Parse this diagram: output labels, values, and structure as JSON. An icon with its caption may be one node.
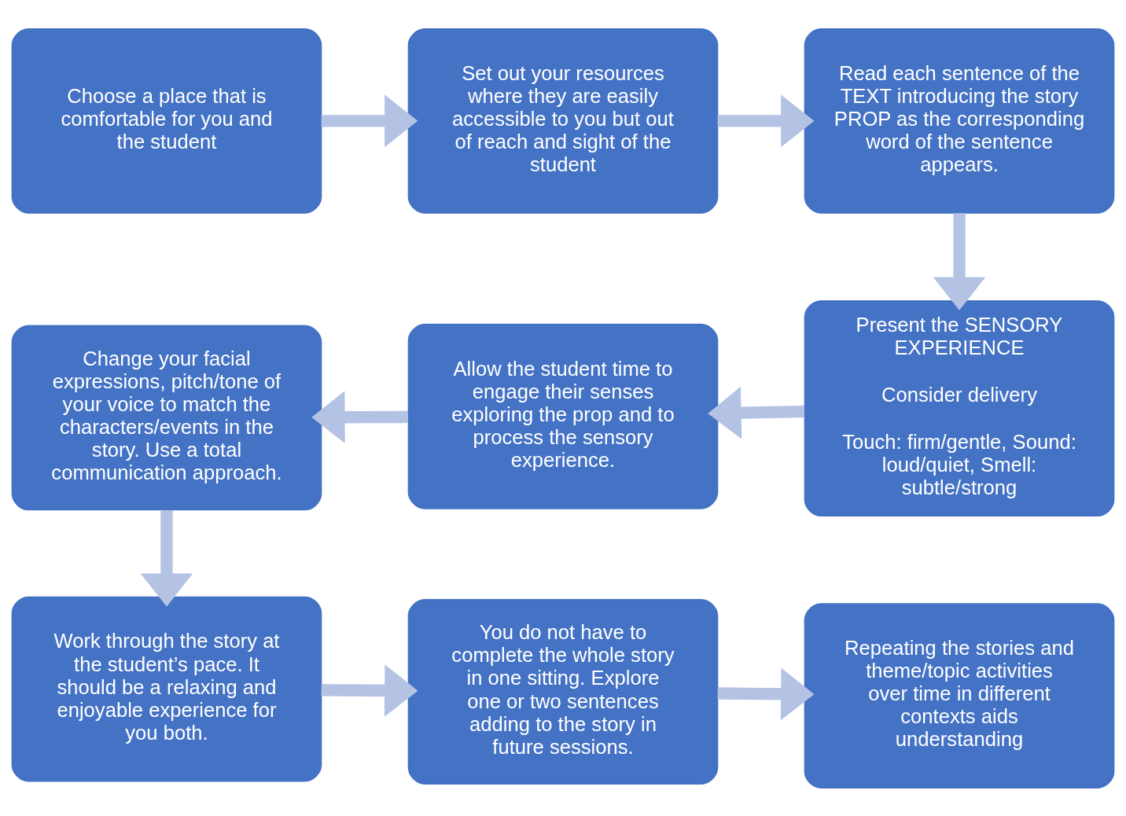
{
  "diagram": {
    "nodes": [
      {
        "text": [
          "Choose a place that is comfortable for you and the student"
        ]
      },
      {
        "text": [
          "Set out your resources where they are easily accessible to you but out of reach and sight of the student"
        ]
      },
      {
        "text": [
          "Read each sentence of the TEXT introducing the story PROP as the corresponding word of the sentence appears."
        ]
      },
      {
        "text": [
          "Present the SENSORY EXPERIENCE",
          "Consider delivery",
          "Touch: firm/gentle, Sound: loud/quiet, Smell: subtle/strong"
        ]
      },
      {
        "text": [
          "Allow the student time to engage their senses exploring the prop and to process the sensory experience."
        ]
      },
      {
        "text": [
          "Change your facial expressions, pitch/tone of your voice to match the characters/events in the story. Use a total communication approach."
        ]
      },
      {
        "text": [
          "Work through the story at the student’s pace. It should be a relaxing and enjoyable experience for you both."
        ]
      },
      {
        "text": [
          "You do not have to complete the whole story in one sitting. Explore one or two sentences adding to the story in future sessions."
        ]
      },
      {
        "text": [
          "Repeating the stories and theme/topic activities over time in different contexts aids understanding"
        ]
      }
    ],
    "edges": [
      {
        "from": 0,
        "to": 1,
        "arrow": "to"
      },
      {
        "from": 1,
        "to": 2,
        "arrow": "to"
      },
      {
        "from": 2,
        "to": 3,
        "arrow": "to"
      },
      {
        "from": 3,
        "to": 4,
        "arrow": "to"
      },
      {
        "from": 4,
        "to": 5,
        "arrow": "to"
      },
      {
        "from": 5,
        "to": 6,
        "arrow": "to"
      },
      {
        "from": 6,
        "to": 7,
        "arrow": "to"
      },
      {
        "from": 7,
        "to": 8,
        "arrow": "to"
      }
    ]
  }
}
